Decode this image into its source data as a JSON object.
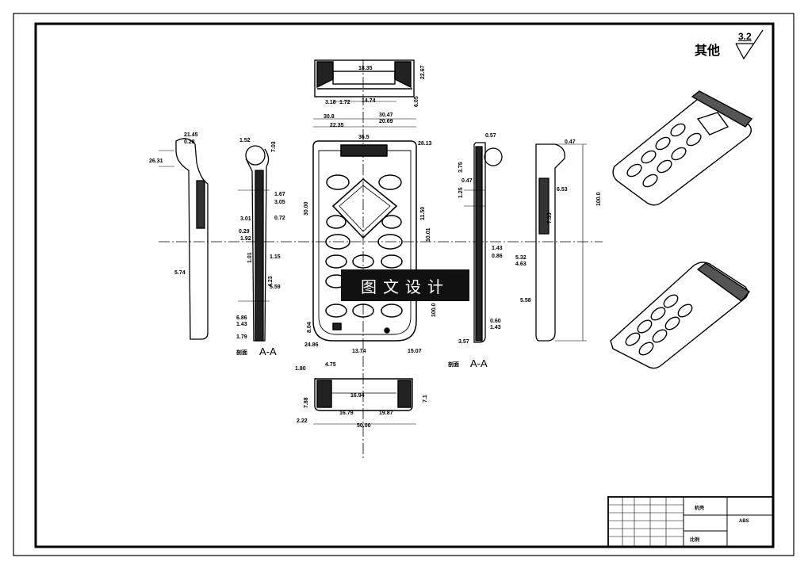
{
  "drawing": {
    "roughness_note": "其他",
    "roughness_value": "3.2",
    "watermark": "图文设计",
    "section_labels": [
      {
        "prefix": "剖面",
        "text": "A-A"
      },
      {
        "prefix": "剖面",
        "text": "A-A"
      }
    ],
    "dimensions": {
      "top_view": [
        "18.35",
        "22.67",
        "3.18",
        "1.72",
        "14.74",
        "6.05",
        "30.8",
        "22.35",
        "30.47",
        "20.69"
      ],
      "left_profile": [
        "21.45",
        "0.28",
        "26.31",
        "5.74"
      ],
      "left_section": [
        "1.52",
        "7.03",
        "1.67",
        "3.05",
        "3.01",
        "0.72",
        "0.29",
        "1.92",
        "1.01",
        "1.15",
        "4.23",
        "6.86",
        "1.43",
        "1.79",
        "5.59"
      ],
      "front_view": [
        "36.5",
        "30.00",
        "28.13",
        "11.50",
        "10.01",
        "8.04",
        "24.86",
        "13.74",
        "15.07",
        "100.0"
      ],
      "right_section": [
        "0.57",
        "3.75",
        "1.25",
        "0.47",
        "1.43",
        "0.86",
        "0.60",
        "1.43",
        "3.57"
      ],
      "right_profile": [
        "0.47",
        "6.53",
        "7.33",
        "5.32",
        "4.63",
        "5.58",
        "100.0"
      ],
      "bottom_view": [
        "1.80",
        "4.75",
        "16.94",
        "7.88",
        "16.79",
        "19.87",
        "7.1",
        "50.00",
        "2.22"
      ]
    },
    "title_block": {
      "part_name": "机壳",
      "material": "ABS",
      "scale_label": "比例"
    }
  }
}
